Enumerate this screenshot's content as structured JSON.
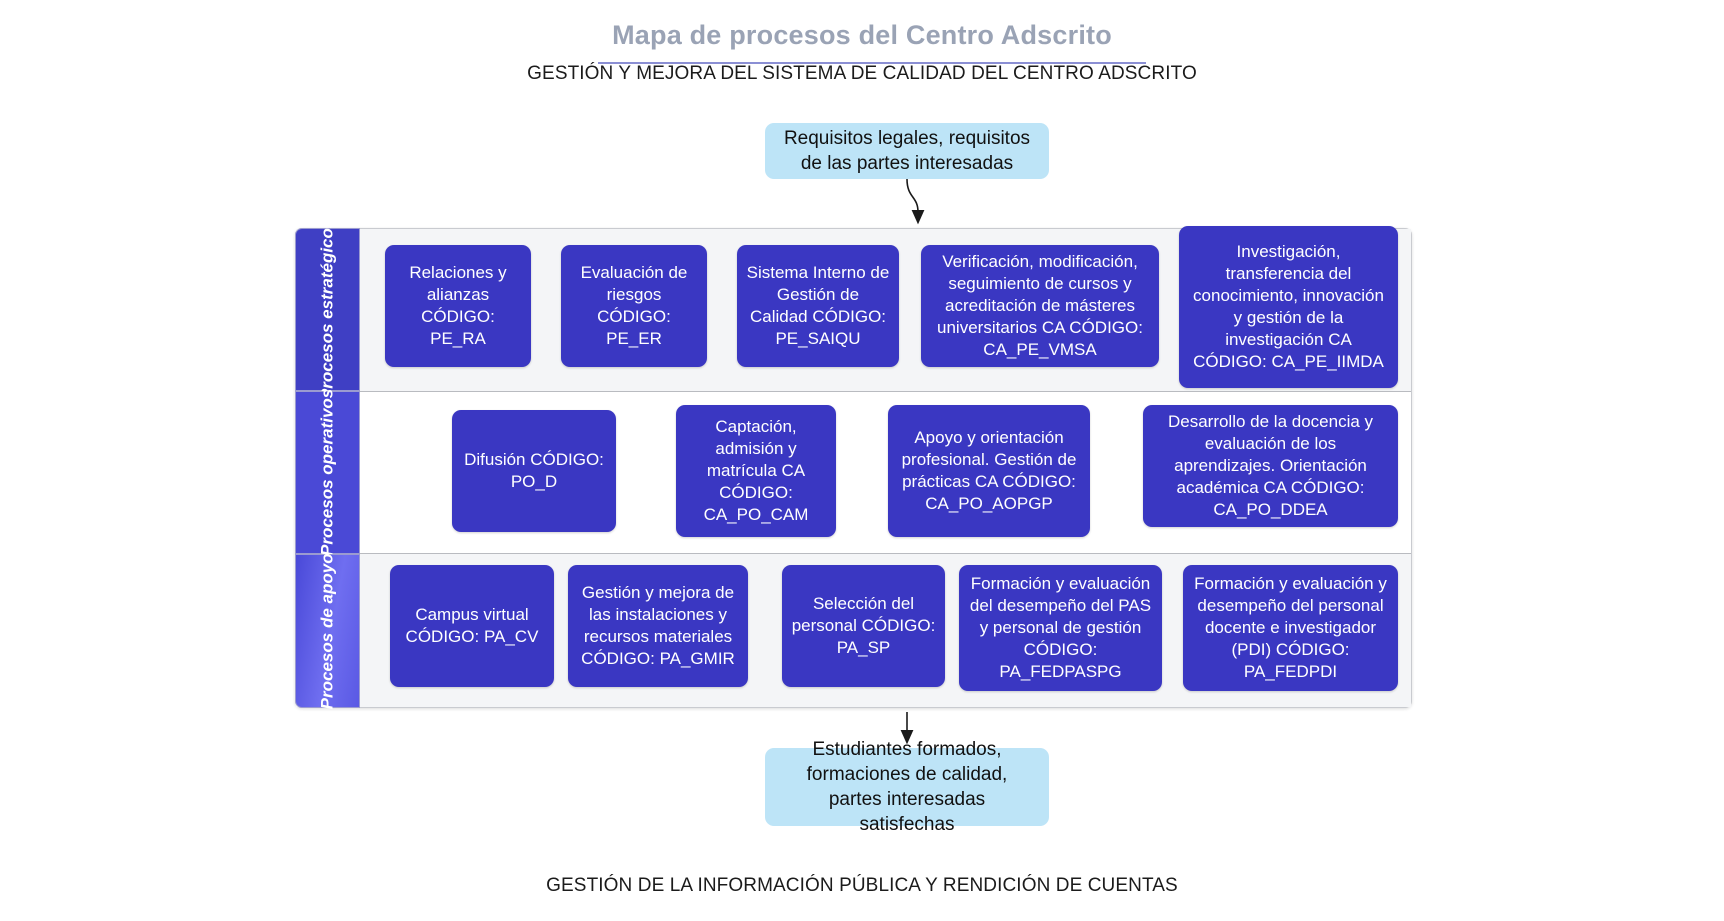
{
  "header": {
    "title": "Mapa de procesos del Centro Adscrito",
    "subtitle": "GESTIÓN Y MEJORA DEL SISTEMA DE CALIDAD DEL CENTRO ADSCRITO",
    "footer": "GESTIÓN DE LA INFORMACIÓN PÚBLICA Y RENDICIÓN DE CUENTAS",
    "title_color": "#9aa3b5",
    "rule_color": "#8b8fd4"
  },
  "io": {
    "input": "Requisitos legales, requisitos de las partes interesadas",
    "output": "Estudiantes formados, formaciones de calidad, partes interesadas satisfechas",
    "box_color": "#bde4f7"
  },
  "bands": {
    "strategic": {
      "label": "Procesos estratégicos",
      "side_color": "#3f3fc4",
      "background": "#f4f5f7",
      "processes": [
        {
          "name": "Relaciones y alianzas CÓDIGO: PE_RA"
        },
        {
          "name": "Evaluación de riesgos CÓDIGO: PE_ER"
        },
        {
          "name": "Sistema Interno de Gestión de Calidad CÓDIGO: PE_SAIQU"
        },
        {
          "name": "Verificación, modificación, seguimiento de cursos y acreditación de másteres universitarios CA  CÓDIGO: CA_PE_VMSA"
        },
        {
          "name": "Investigación, transferencia del conocimiento, innovación y gestión de la investigación CA CÓDIGO:  CA_PE_IIMDA"
        }
      ]
    },
    "operative": {
      "label": "Procesos operativos",
      "side_color": "#4a49d6",
      "background": "#ffffff",
      "processes": [
        {
          "name": "Difusión CÓDIGO: PO_D"
        },
        {
          "name": "Captación, admisión y matrícula CA CÓDIGO: CA_PO_CAM"
        },
        {
          "name": "Apoyo y orientación profesional. Gestión de prácticas CA CÓDIGO: CA_PO_AOPGP"
        },
        {
          "name": "Desarrollo de la docencia y evaluación de los aprendizajes. Orientación académica CA  CÓDIGO: CA_PO_DDEA"
        }
      ]
    },
    "support": {
      "label": "Procesos de apoyo",
      "side_color": "#6f6ef0",
      "background": "#f4f5f7",
      "processes": [
        {
          "name": "Campus virtual CÓDIGO: PA_CV"
        },
        {
          "name": "Gestión y mejora de las instalaciones y recursos materiales CÓDIGO: PA_GMIR"
        },
        {
          "name": "Selección del personal CÓDIGO: PA_SP"
        },
        {
          "name": "Formación y evaluación del desempeño del PAS y personal de gestión CÓDIGO: PA_FEDPASPG"
        },
        {
          "name": "Formación y evaluación y desempeño del personal docente e investigador (PDI) CÓDIGO:  PA_FEDPDI"
        }
      ]
    }
  },
  "style": {
    "process_box_color": "#3a37c2",
    "process_text_color": "#ffffff",
    "frame_background": "#f4f5f7",
    "arrow_color": "#1a1a1a"
  }
}
